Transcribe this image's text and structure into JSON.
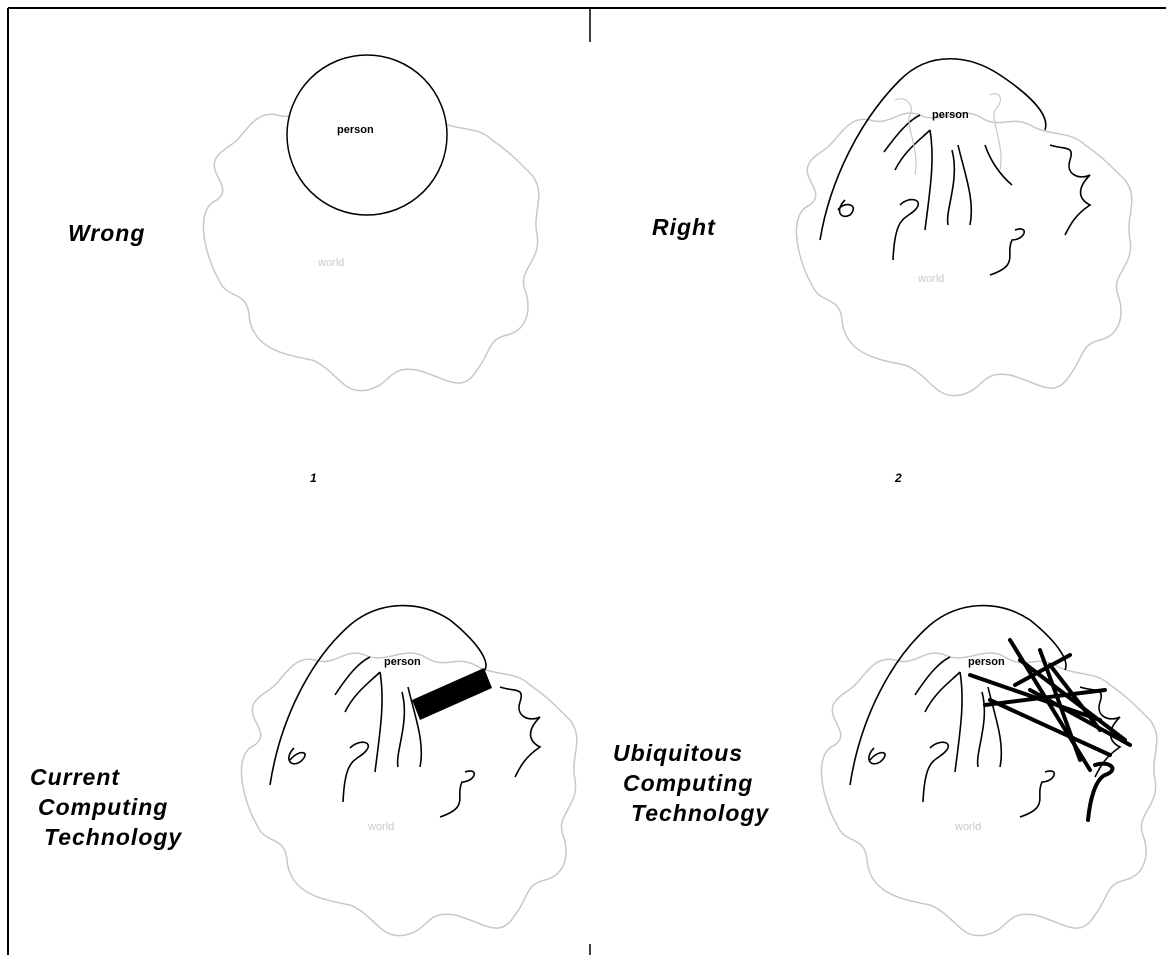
{
  "panels": {
    "wrong": {
      "label_lines": [
        "Wrong"
      ],
      "number": "1",
      "person": "person",
      "world": "world"
    },
    "right": {
      "label_lines": [
        "Right"
      ],
      "number": "2",
      "person": "person",
      "world": "world"
    },
    "current": {
      "label_lines": [
        "Current",
        "Computing",
        "Technology"
      ],
      "person": "person",
      "world": "world"
    },
    "ubiquitous": {
      "label_lines": [
        "Ubiquitous",
        "Computing",
        "Technology"
      ],
      "person": "person",
      "world": "world"
    }
  },
  "colors": {
    "ink": "#000000",
    "world_outline": "#c8c8c8",
    "background": "#ffffff"
  }
}
